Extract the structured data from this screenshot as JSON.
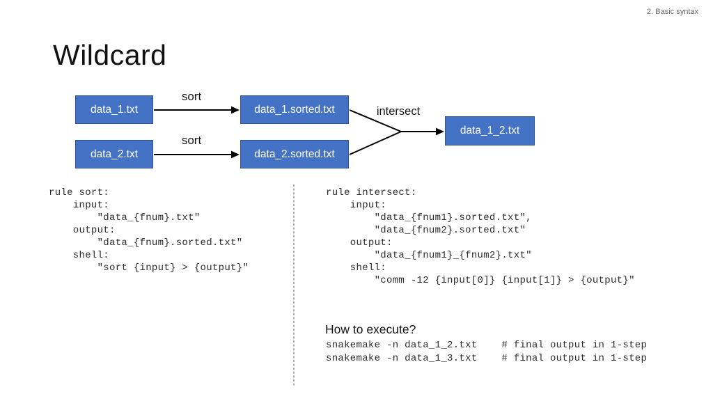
{
  "slide": {
    "header": "2. Basic syntax",
    "title": "Wildcard"
  },
  "colors": {
    "node-fill": "#4472C4",
    "node-border": "#2F5597",
    "node-text": "#FFFFFF",
    "arrow": "#000000",
    "divider": "#9A9A9A",
    "code-text": "#2B2B2B",
    "header-text": "#666666",
    "title-text": "#111111"
  },
  "diagram": {
    "nodes": [
      {
        "label": "data_1.txt"
      },
      {
        "label": "data_1.sorted.txt"
      },
      {
        "label": "data_2.txt"
      },
      {
        "label": "data_2.sorted.txt"
      },
      {
        "label": "data_1_2.txt"
      }
    ],
    "labels": {
      "sort1": "sort",
      "sort2": "sort",
      "intersect": "intersect"
    }
  },
  "codes": {
    "sort": {
      "lines": [
        "rule sort:",
        "    input:",
        "        \"data_{fnum}.txt\"",
        "    output:",
        "        \"data_{fnum}.sorted.txt\"",
        "    shell:",
        "        \"sort {input} > {output}\""
      ]
    },
    "intersect": {
      "lines": [
        "rule intersect:",
        "    input:",
        "        \"data_{fnum1}.sorted.txt\",",
        "        \"data_{fnum2}.sorted.txt\"",
        "    output:",
        "        \"data_{fnum1}_{fnum2}.txt\"",
        "    shell:",
        "        \"comm -12 {input[0]} {input[1]} > {output}\""
      ]
    }
  },
  "execute": {
    "heading": "How to execute?",
    "lines": [
      "snakemake -n data_1_2.txt    # final output in 1-step",
      "snakemake -n data_1_3.txt    # final output in 1-step"
    ]
  }
}
